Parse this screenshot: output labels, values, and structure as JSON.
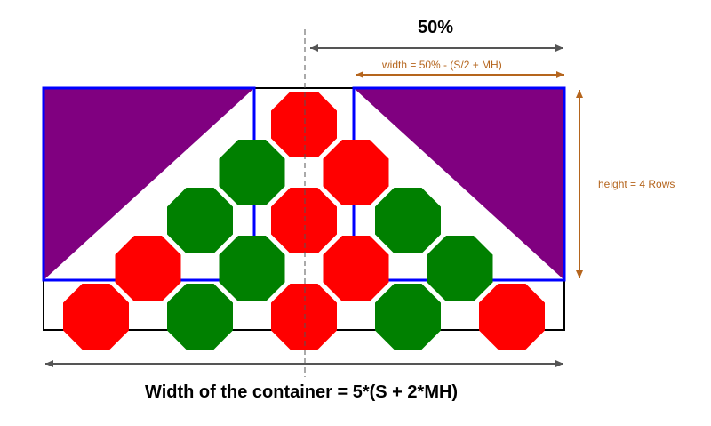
{
  "labels": {
    "half_width": "50%",
    "width_formula": "width = 50% - (S/2 + MH)",
    "height_formula": "height = 4 Rows",
    "container_formula": "Width of the container = 5*(S + 2*MH)"
  },
  "colors": {
    "octagon_red": "#ff0000",
    "octagon_green": "#008000",
    "triangle_fill": "#800080",
    "blue_outline": "#0000ff",
    "container_outline": "#000000",
    "annotation": "#b5651d",
    "dimension_arrow": "#555555"
  },
  "octagons": {
    "rows": [
      [
        "red"
      ],
      [
        "green",
        "red"
      ],
      [
        "green",
        "red",
        "green"
      ],
      [
        "red",
        "green",
        "red",
        "green"
      ],
      [
        "red",
        "green",
        "red",
        "green",
        "red"
      ]
    ]
  }
}
